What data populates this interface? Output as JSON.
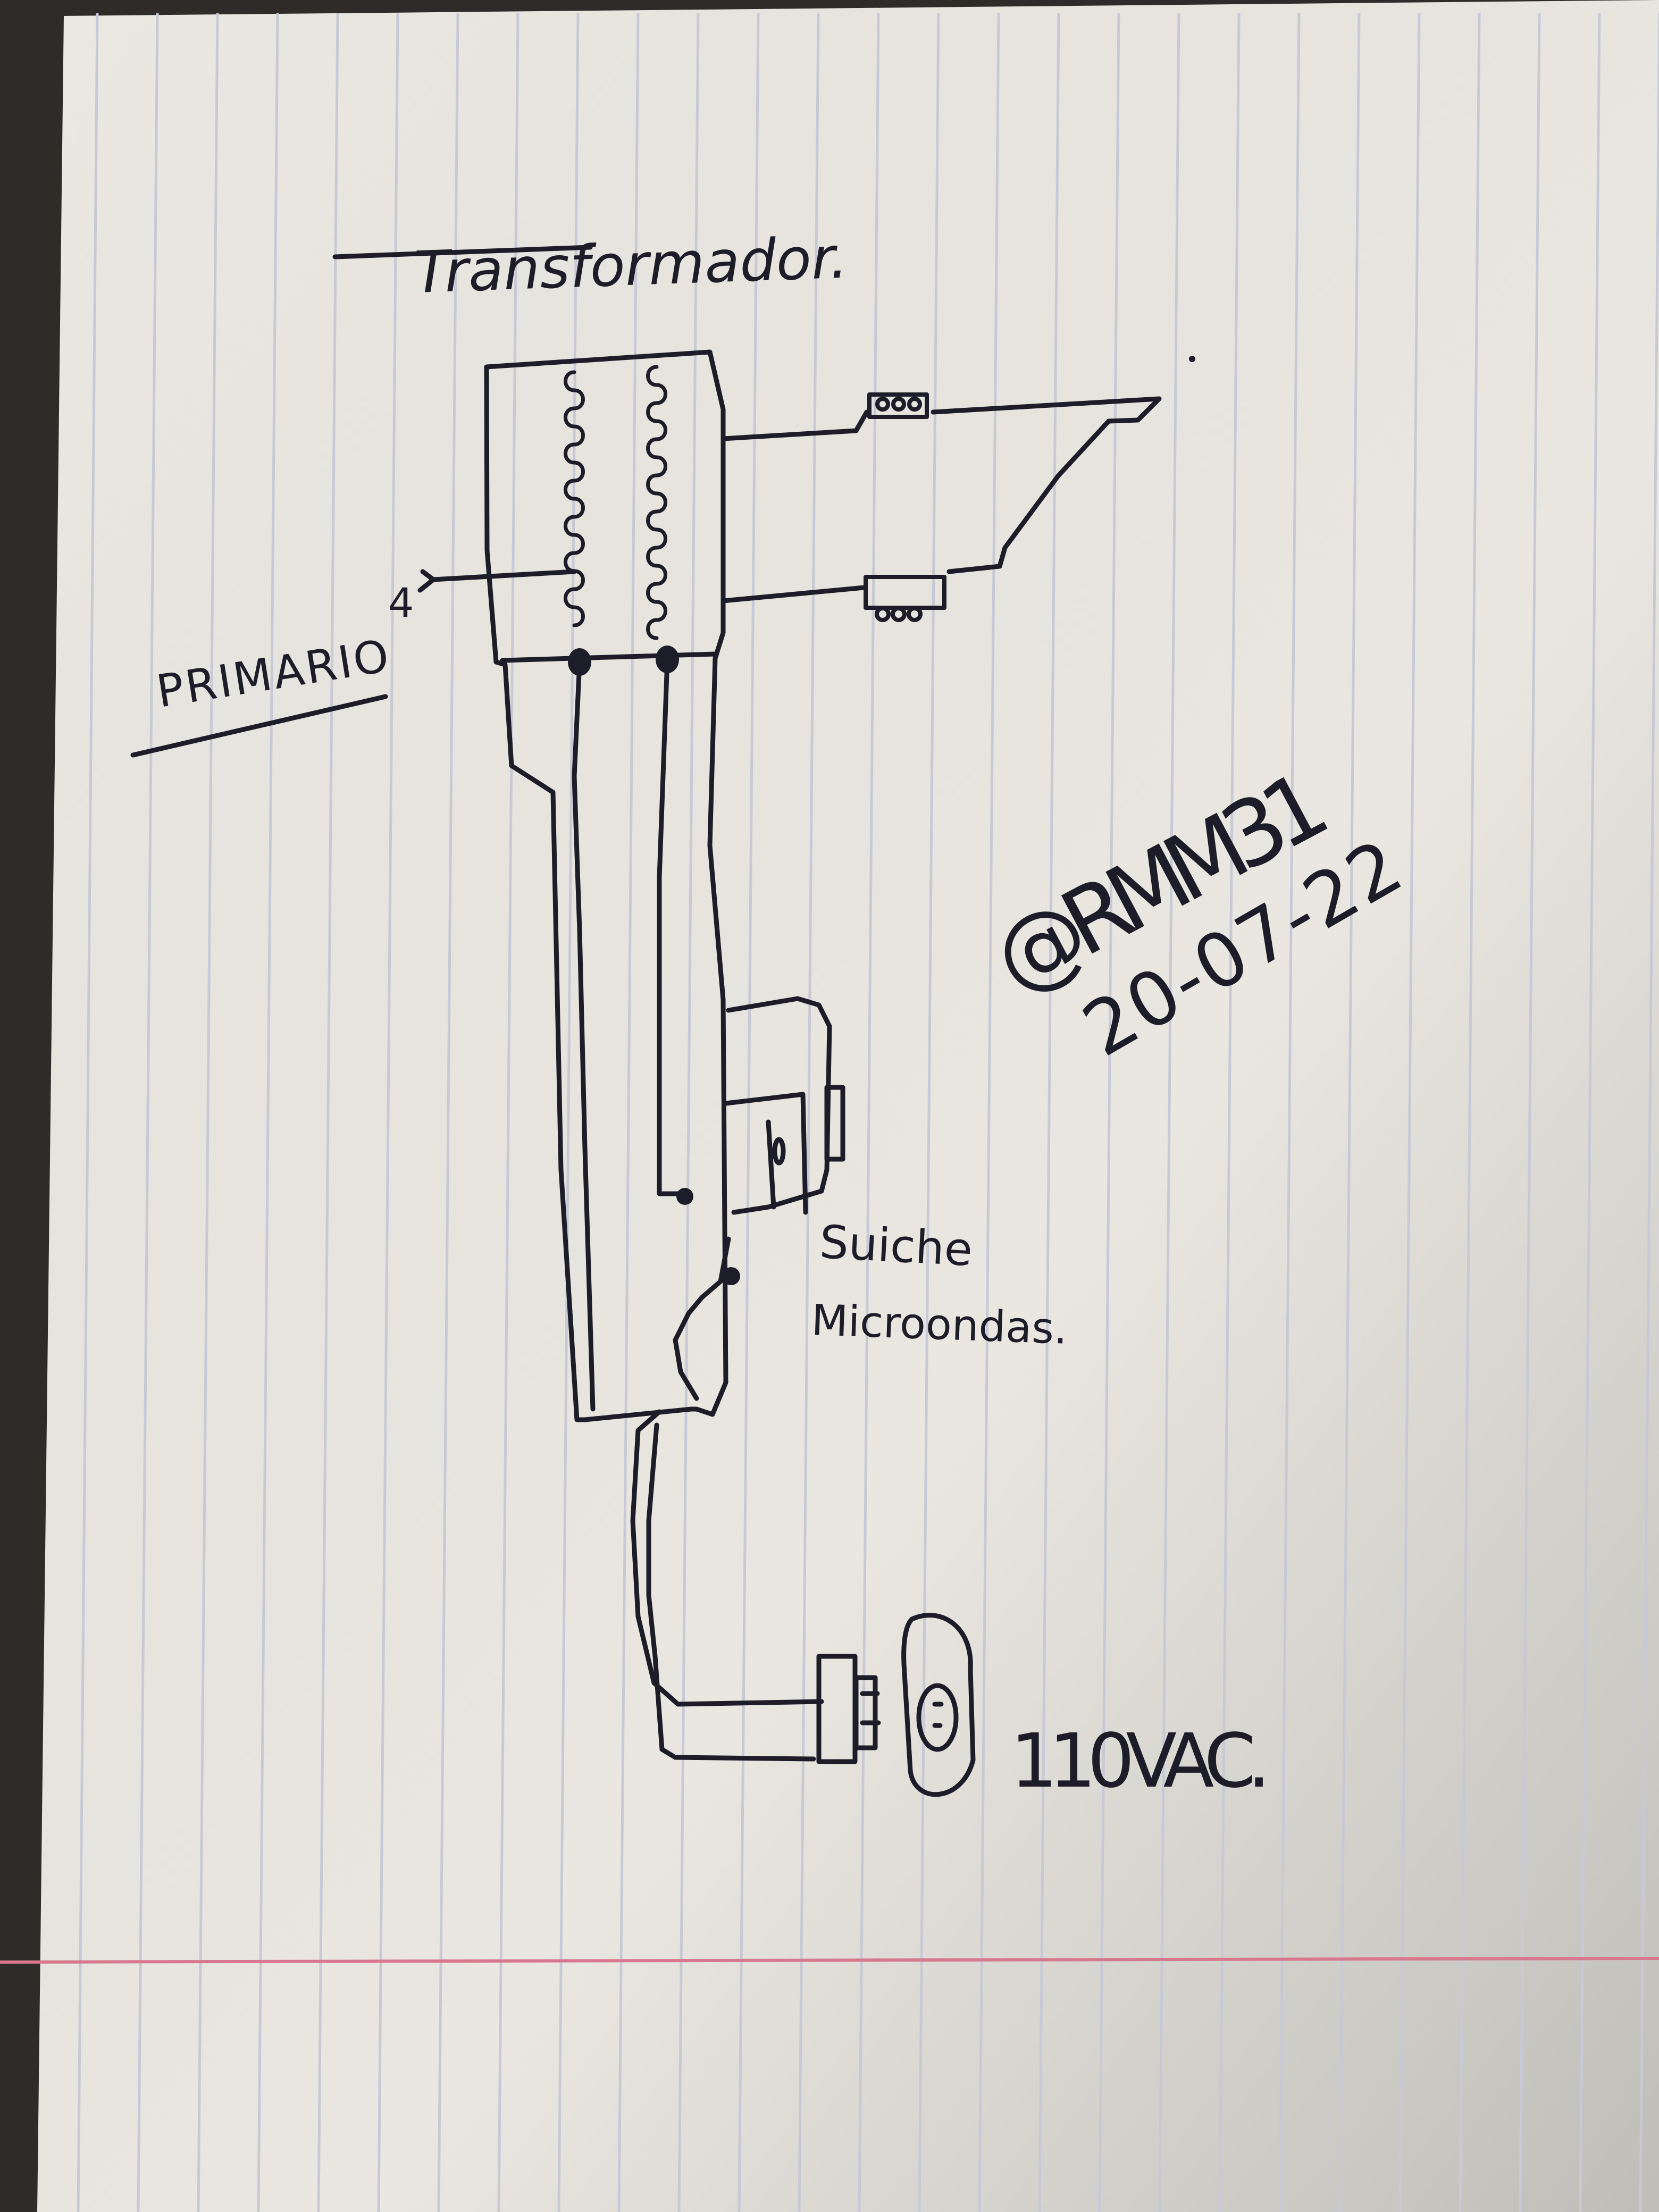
{
  "title": "Transformador.",
  "labels": {
    "primario": "PRIMARIO",
    "primario_pointer_number": "4",
    "switch_line1": "Suiche",
    "switch_line2": "Microondas.",
    "power": "110VAC."
  },
  "signature": {
    "handle": "@RMM31",
    "date": "20-07-22"
  },
  "colors": {
    "paper": "#e9e7e0",
    "rule_line": "#c7cad6",
    "margin_line": "#d8788e",
    "ink": "#1c1d28",
    "background": "#2e2b28"
  },
  "components": [
    "transformer",
    "primary-winding",
    "secondary-winding",
    "top-terminal",
    "bottom-terminal",
    "microwave-door-switch",
    "wall-plug",
    "wall-outlet"
  ]
}
